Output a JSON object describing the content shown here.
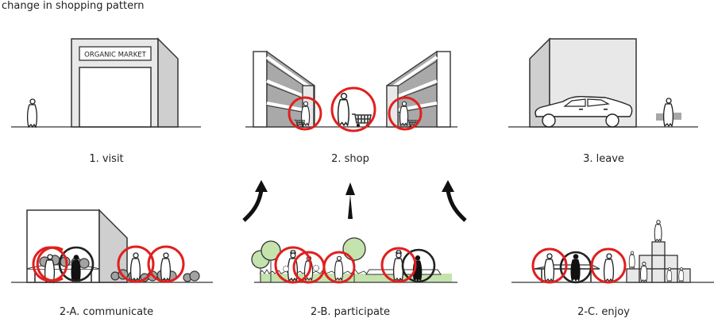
{
  "title": "change in shopping pattern",
  "panels": [
    {
      "id": "visit",
      "caption": "1. visit",
      "sign": "ORGANIC MARKET"
    },
    {
      "id": "shop",
      "caption": "2. shop"
    },
    {
      "id": "leave",
      "caption": "3. leave"
    },
    {
      "id": "communicate",
      "caption": "2-A. communicate"
    },
    {
      "id": "participate",
      "caption": "2-B. participate"
    },
    {
      "id": "enjoy",
      "caption": "2-C. enjoy"
    }
  ],
  "colors": {
    "highlight_circle": "#e0201e",
    "grass": "#c5e3ad",
    "wall_light": "#e8e8e8",
    "wall_shade": "#cfcfcf",
    "shelf": "#a9a9a9"
  },
  "arrows": [
    {
      "direction": "curved-up-right",
      "icon": "arrow-curve-right-icon"
    },
    {
      "direction": "up",
      "icon": "arrow-up-icon"
    },
    {
      "direction": "curved-up-left",
      "icon": "arrow-curve-left-icon"
    }
  ]
}
